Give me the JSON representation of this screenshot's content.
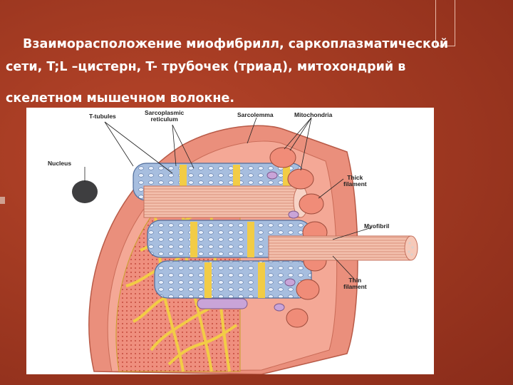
{
  "slide": {
    "title_lines": [
      "Взаиморасположение миофибрилл, саркоплазматической",
      "сети, T;L –цистерн, T- трубочек (триад), митохондрий в",
      "скелетном мышечном волокне."
    ]
  },
  "diagram": {
    "labels": {
      "t_tubules": "T-tubules",
      "sarcoplasmic_1": "Sarcoplasmic",
      "sarcoplasmic_2": "reticulum",
      "sarcolemma": "Sarcolemma",
      "mitochondria": "Mitochondria",
      "nucleus": "Nucleus",
      "thick_1": "Thick",
      "thick_2": "filament",
      "myofibril": "Myofibril",
      "thin_1": "Thin",
      "thin_2": "filament"
    },
    "colors": {
      "background": "#a23a22",
      "sarcolemma": "#e98a78",
      "sarcoplasm": "#f3a592",
      "reticulum": "#f4d04a",
      "cistern": "#9fb6d8",
      "myofibril": "#f0b7a4",
      "mitochondria": "#c8a3d6",
      "nucleus": "#444444"
    }
  }
}
